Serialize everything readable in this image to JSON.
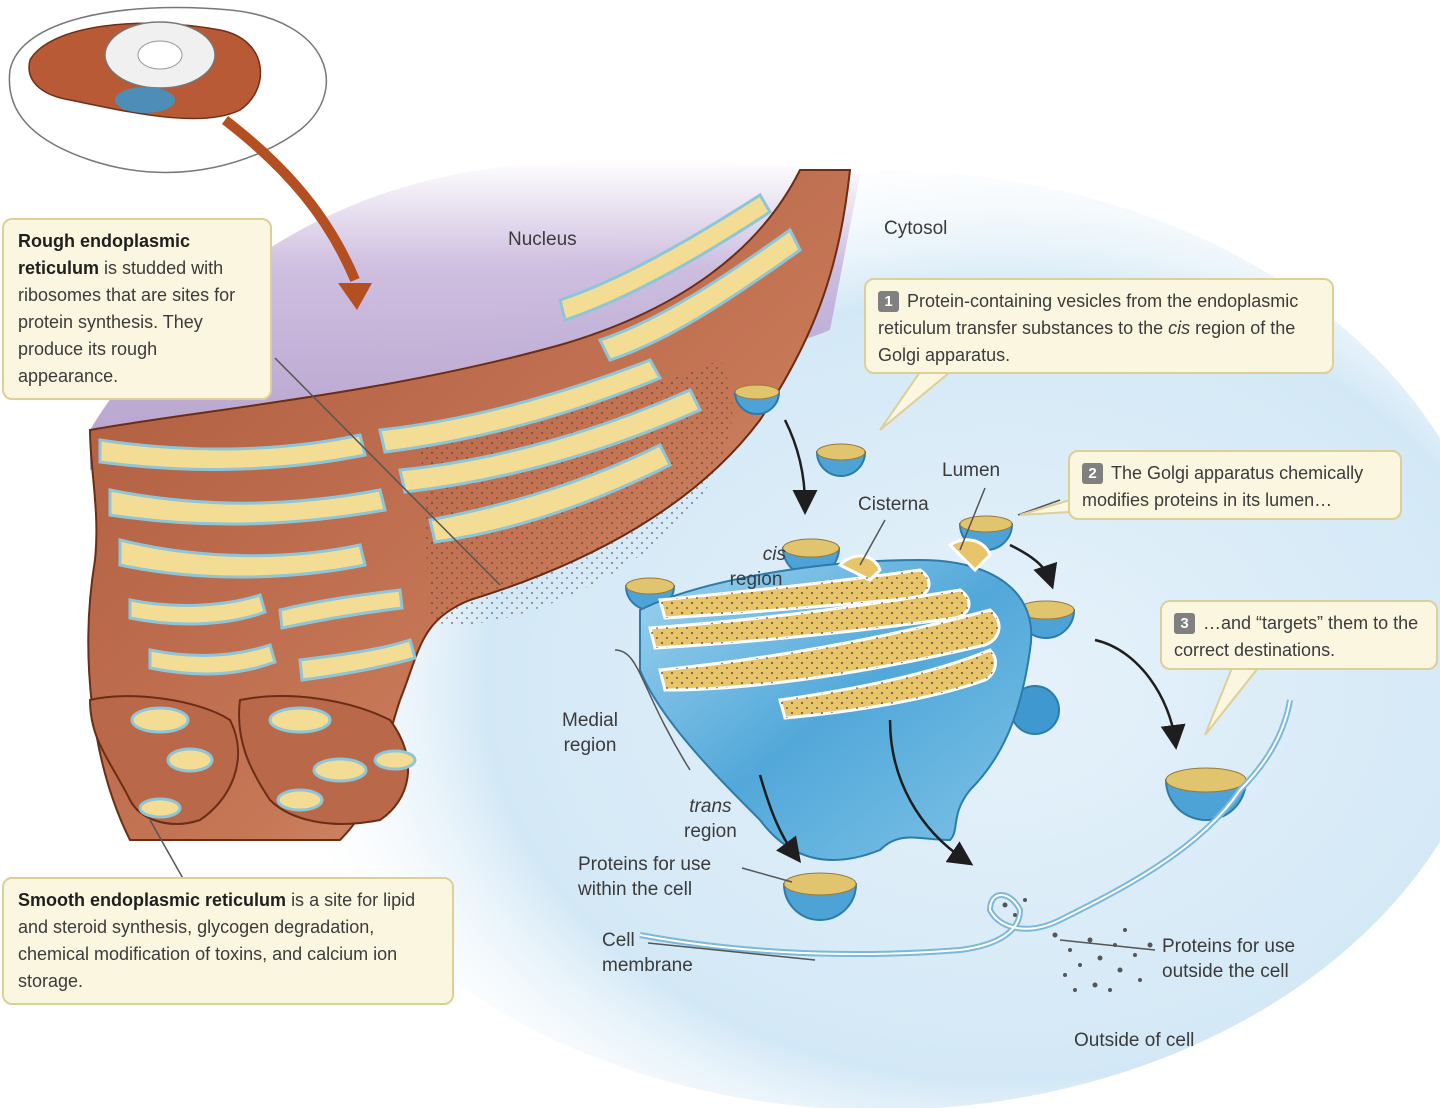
{
  "labels": {
    "nucleus": "Nucleus",
    "cytosol": "Cytosol",
    "lumen": "Lumen",
    "cisterna": "Cisterna",
    "cis_region_italic": "cis",
    "cis_region_rest": "region",
    "medial_region_line1": "Medial",
    "medial_region_line2": "region",
    "trans_region_italic": "trans",
    "trans_region_rest": "region",
    "proteins_within_line1": "Proteins for use",
    "proteins_within_line2": "within the cell",
    "cell_membrane_line1": "Cell",
    "cell_membrane_line2": "membrane",
    "proteins_outside_line1": "Proteins for use",
    "proteins_outside_line2": "outside the cell",
    "outside_of_cell": "Outside of cell"
  },
  "callouts": {
    "rough_er": {
      "bold": "Rough endoplasmic reticulum",
      "text": "is studded with ribosomes that are sites for protein synthesis. They produce its rough appearance."
    },
    "smooth_er": {
      "bold": "Smooth endoplasmic reticulum",
      "text": "is a site for lipid and steroid synthesis, glycogen degradation, chemical modification of toxins, and calcium ion storage."
    },
    "step1": {
      "number": "1",
      "text_before": "Protein-containing vesicles from the endoplasmic reticulum transfer substances to the",
      "text_italic": "cis",
      "text_after": "region of the Golgi apparatus."
    },
    "step2": {
      "number": "2",
      "text": "The Golgi apparatus chemically modifies proteins in its lumen…"
    },
    "step3": {
      "number": "3",
      "text": "…and “targets” them to the correct destinations."
    }
  },
  "colors": {
    "er_brown": "#b9694a",
    "er_lumen": "#f3dd95",
    "nucleus_purple": "#b8a4cf",
    "golgi_blue": "#5fb0dd",
    "cytosol_blue": "#d8ebf7",
    "arrow_orange": "#b44f22",
    "callout_bg": "#fbf6df"
  }
}
